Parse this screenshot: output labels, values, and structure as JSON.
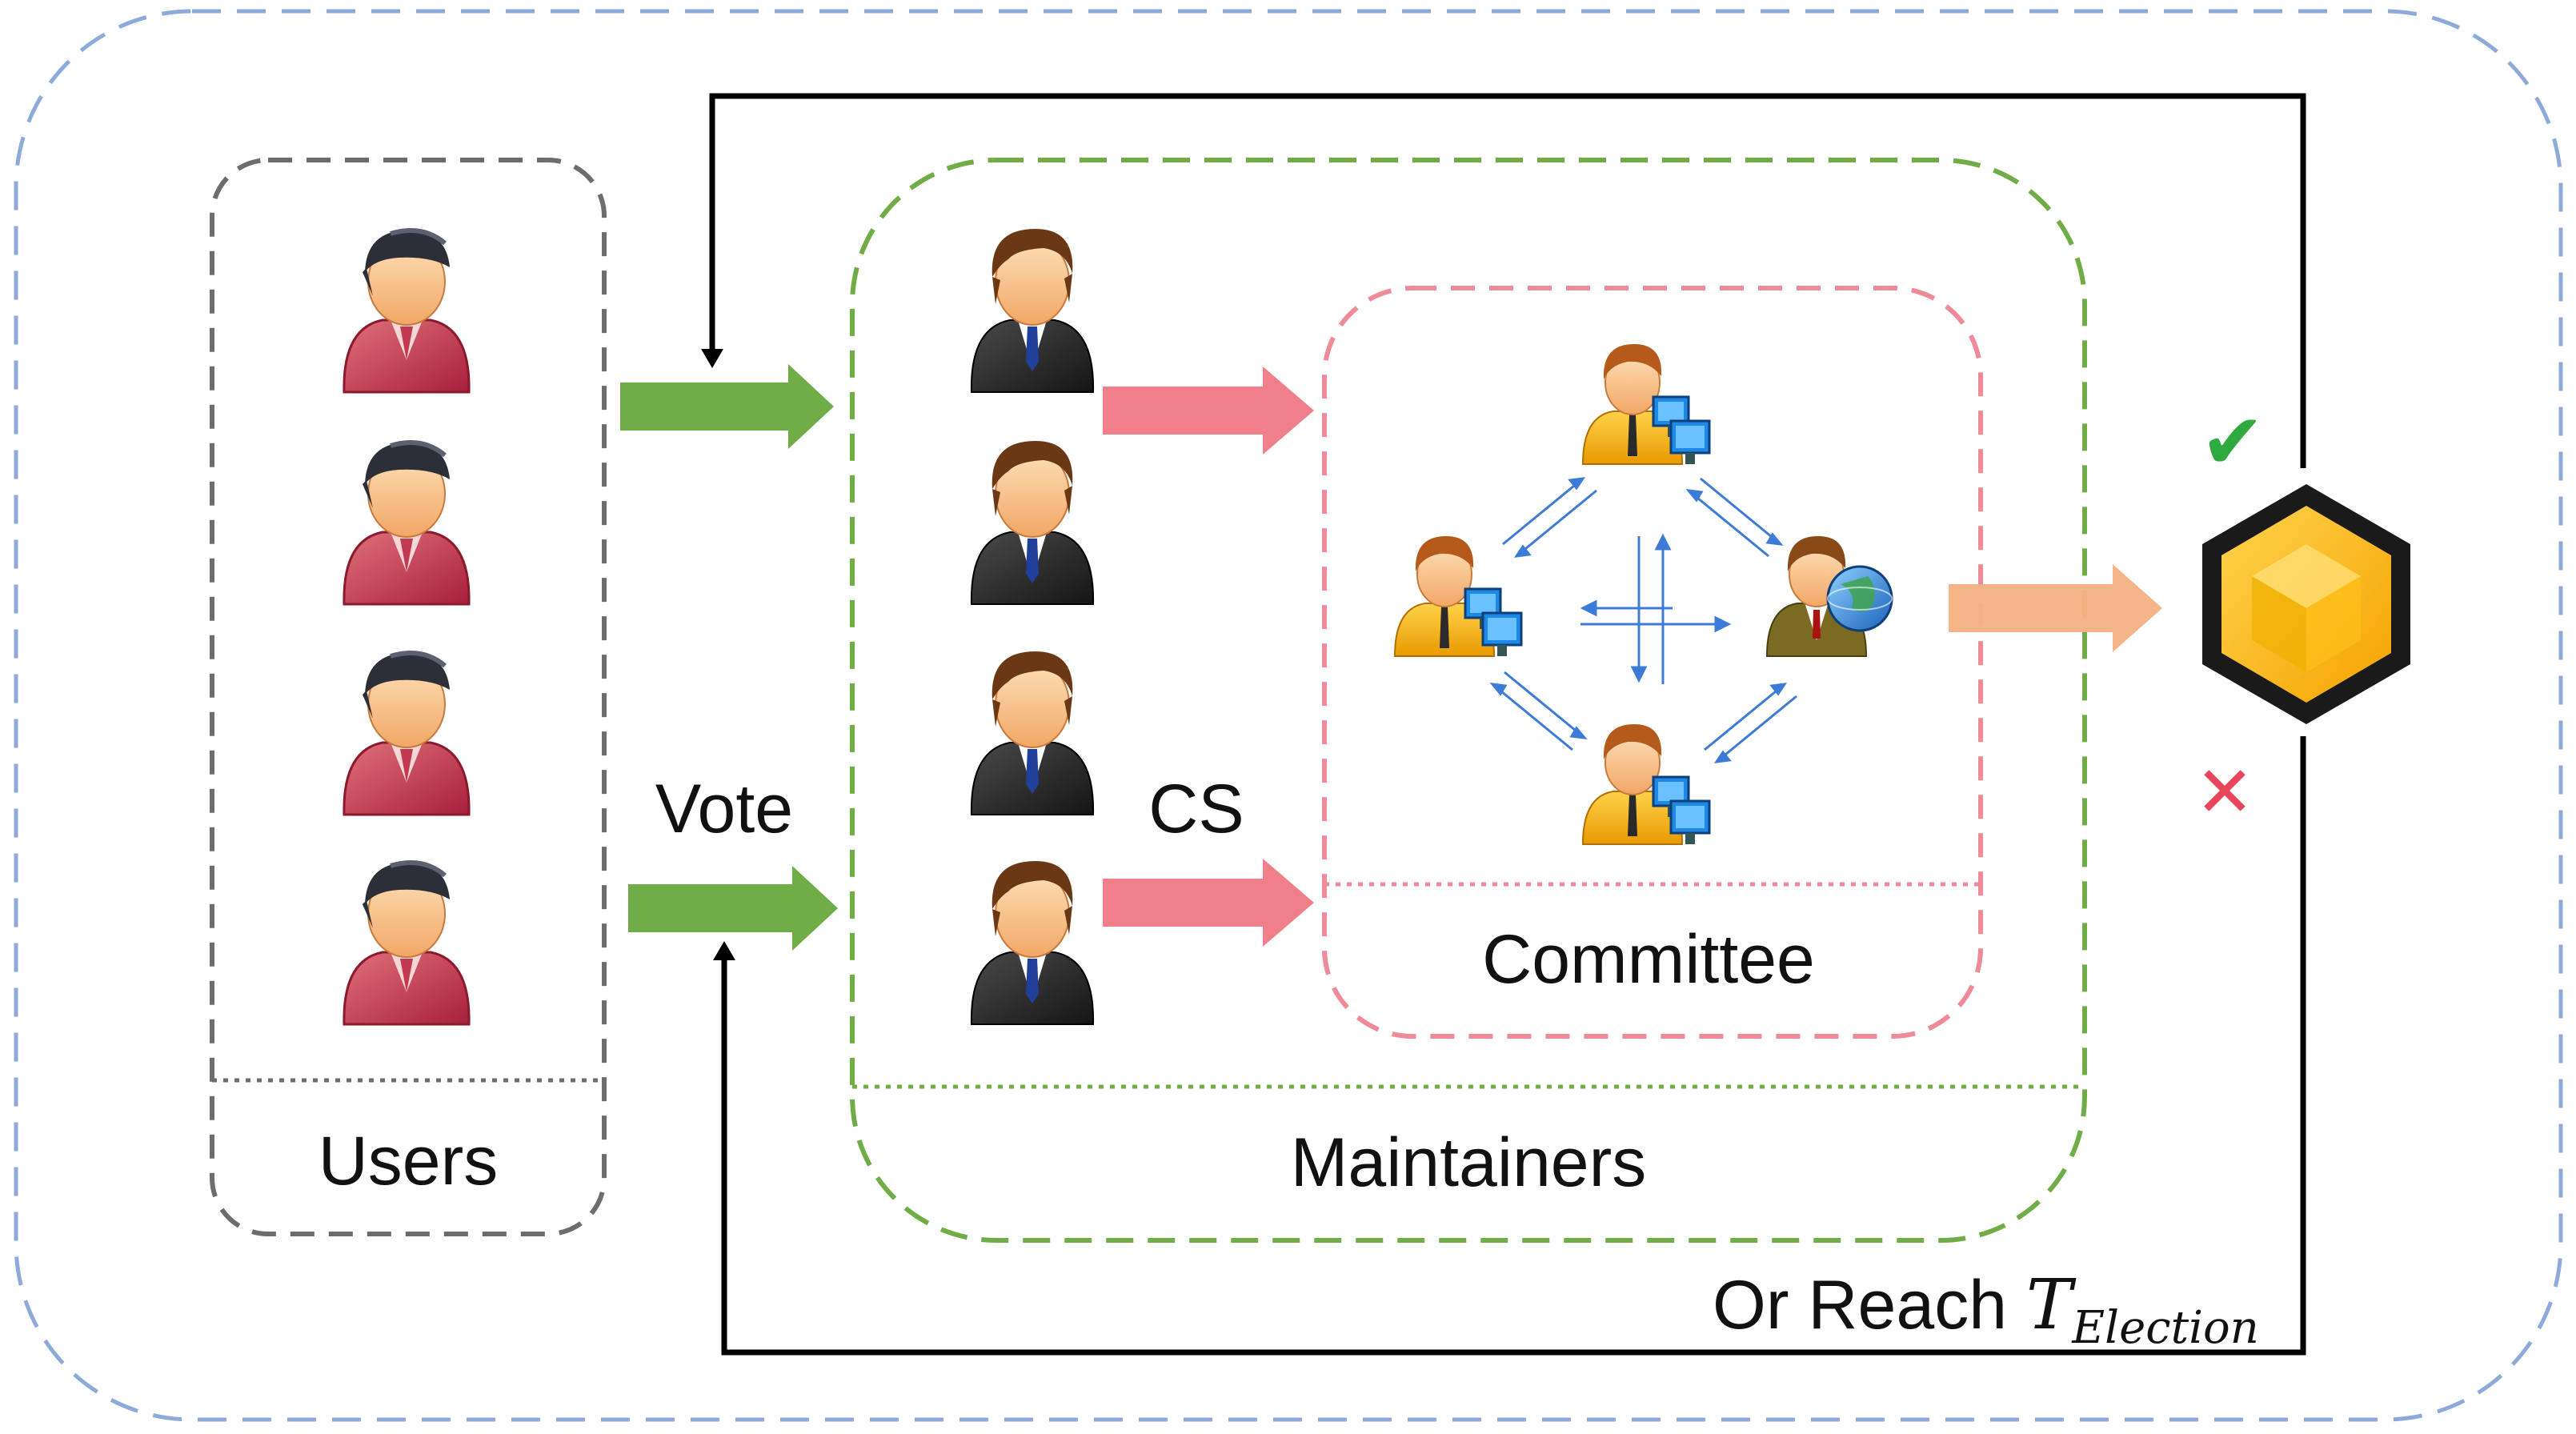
{
  "labels": {
    "users": "Users",
    "maintainers": "Maintainers",
    "committee": "Committee",
    "vote": "Vote",
    "cs": "CS",
    "or_reach": "Or Reach ",
    "t_symbol": "T",
    "t_subscript": "Election"
  },
  "status": {
    "success_mark": "✔",
    "failure_mark": "✕"
  },
  "colors": {
    "outer_border": "#8eaadb",
    "users_border": "#6d6d6d",
    "maintainers_border": "#70ad47",
    "committee_border": "#ef8a99",
    "vote_arrow": "#70ad47",
    "cs_arrow": "#f07f89",
    "output_arrow": "#f4b183",
    "block_fill": "#ffc000",
    "check": "#2eaa3e",
    "cross": "#e8455a",
    "comm_arrows": "#3d7bd8"
  },
  "icons": {
    "user": "person-red-shirt-icon",
    "maintainer": "businessman-icon",
    "committee_member": "operator-computer-icon",
    "committee_leader": "businessman-globe-icon",
    "block": "hexagon-block-icon"
  }
}
